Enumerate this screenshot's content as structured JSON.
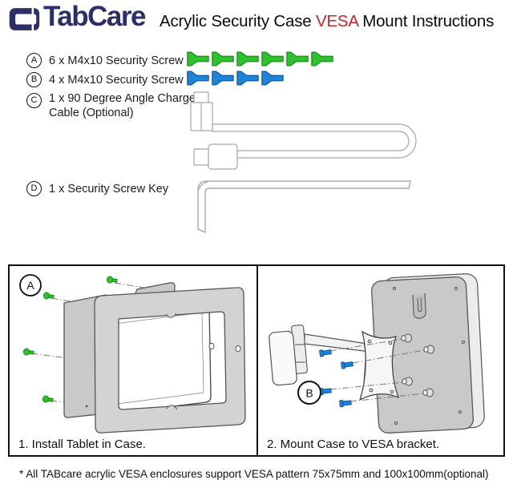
{
  "header": {
    "logo_text": "TabCare",
    "title": {
      "pre": "Acrylic Security Case ",
      "highlight": "VESA",
      "post": " Mount Instructions"
    }
  },
  "parts_list": {
    "rows": [
      {
        "id": "A",
        "label": "6 x M4x10 Security Screw",
        "icon": "security-screw",
        "count": 6,
        "color": "#2ec32e",
        "outline": "#1a8a1a"
      },
      {
        "id": "B",
        "label": "4 x M4x10 Security Screw",
        "icon": "security-screw",
        "count": 4,
        "color": "#1e84da",
        "outline": "#10589c"
      },
      {
        "id": "C",
        "label": "1 x 90 Degree Angle Charge Cable (Optional)",
        "icon": "angle-charge-cable"
      },
      {
        "id": "D",
        "label": "1 x Security Screw Key",
        "icon": "hex-key"
      }
    ]
  },
  "steps": [
    {
      "id": "A",
      "caption": "1. Install Tablet in Case.",
      "screw_color": "#2ec32e",
      "screw_outline": "#1a8a1a"
    },
    {
      "id": "B",
      "caption": "2. Mount Case to VESA bracket.",
      "screw_color": "#1e84da",
      "screw_outline": "#10589c"
    }
  ],
  "footnote": "* All TABcare acrylic VESA enclosures support VESA pattern 75x75mm and 100x100mm(optional)",
  "colors": {
    "logo_navy": "#2b2e68",
    "vesa_red": "#cc2127",
    "plate_gray": "#c9c9c9"
  }
}
